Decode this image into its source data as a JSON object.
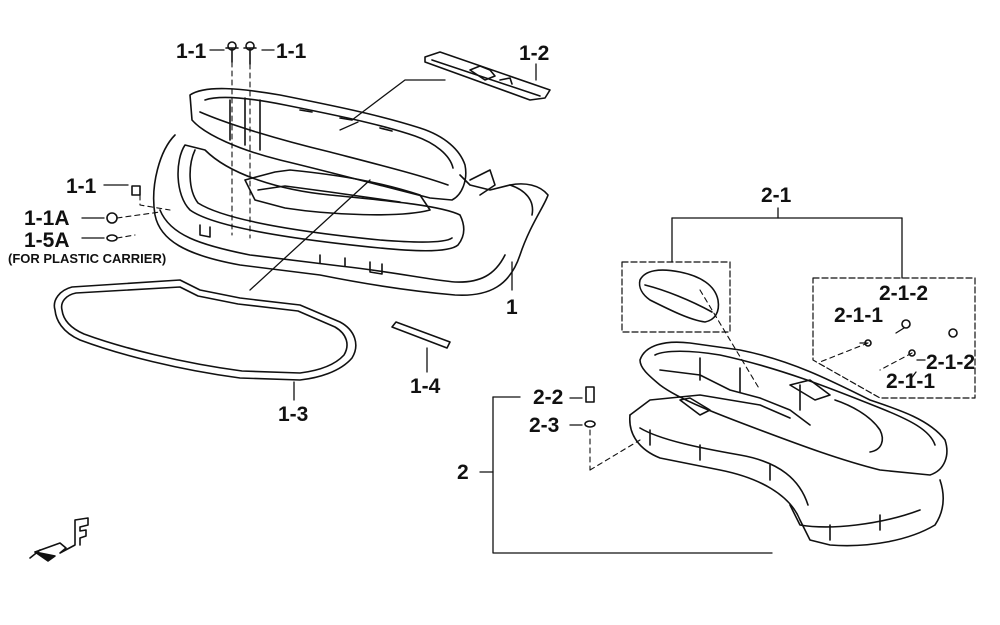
{
  "labels": {
    "p1_1a": "1-1",
    "p1_1b": "1-1",
    "p1_2": "1-2",
    "p1_1c": "1-1",
    "p1_1A": "1-1A",
    "p1_5A": "1-5A",
    "note_plastic": "(FOR PLASTIC CARRIER)",
    "p1": "1",
    "p1_3": "1-3",
    "p1_4": "1-4",
    "p2_1": "2-1",
    "p2_1_2a": "2-1-2",
    "p2_1_1a": "2-1-1",
    "p2_1_2b": "2-1-2",
    "p2_1_1b": "2-1-1",
    "p2_2": "2-2",
    "p2_3": "2-3",
    "p2": "2"
  },
  "icons": {
    "front_arrow": "front-direction-arrow-icon"
  }
}
